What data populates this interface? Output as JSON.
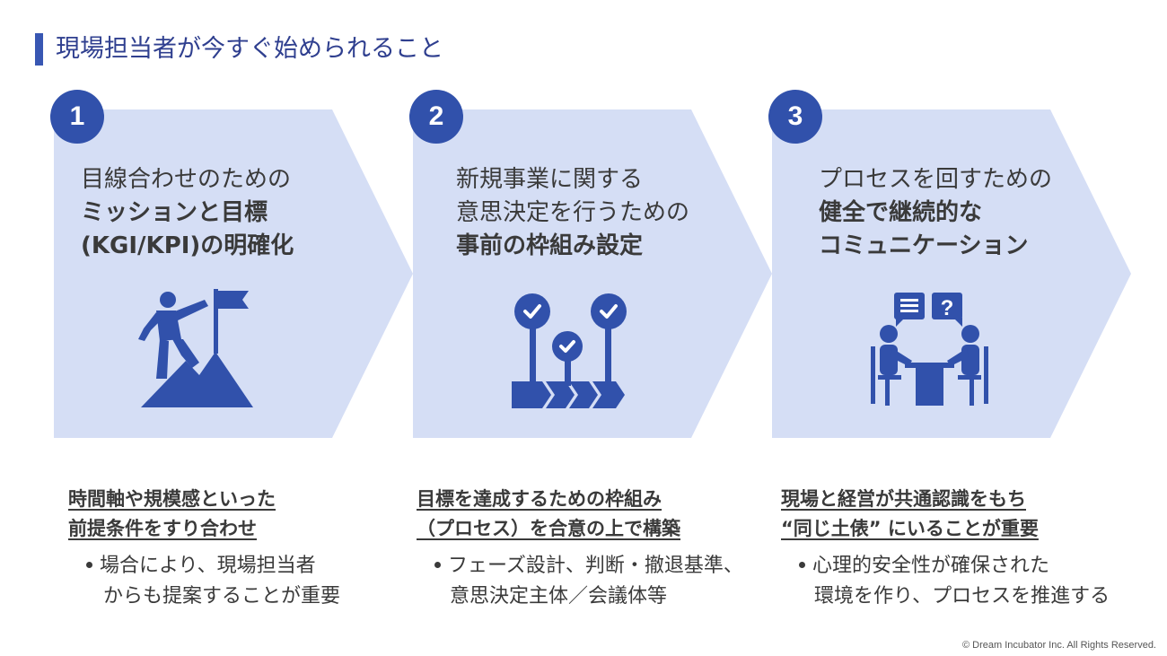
{
  "page": {
    "title": "現場担当者が今すぐ始められること",
    "copyright": "© Dream Incubator Inc. All Rights Reserved."
  },
  "colors": {
    "accent": "#3151ab",
    "card_fill": "#d5def5",
    "title_text": "#2f3f8f"
  },
  "cards": [
    {
      "number": "1",
      "heading_line1": "目線合わせのための",
      "heading_line2": "ミッションと目標",
      "heading_line3": "(KGI/KPI)の明確化",
      "icon": "mountain-climber-flag-icon",
      "sub_line1": "時間軸や規模感といった",
      "sub_line2": "前提条件をすり合わせ",
      "bullet_line1": "場合により、現場担当者",
      "bullet_line2": "からも提案することが重要"
    },
    {
      "number": "2",
      "heading_line1": "新規事業に関する",
      "heading_line2": "意思決定を行うための",
      "heading_line3": "事前の枠組み設定",
      "icon": "milestone-checkpoints-icon",
      "sub_line1": "目標を達成するための枠組み",
      "sub_line2": "（プロセス）を合意の上で構築",
      "bullet_line1": "フェーズ設計、判断・撤退基準、",
      "bullet_line2": "意思決定主体／会議体等"
    },
    {
      "number": "3",
      "heading_line1": "プロセスを回すための",
      "heading_line2": "健全で継続的な",
      "heading_line3": "コミュニケーション",
      "icon": "meeting-discussion-icon",
      "sub_line1": "現場と経営が共通認識をもち",
      "sub_line2": "“同じ土俵” にいることが重要",
      "bullet_line1": "心理的安全性が確保された",
      "bullet_line2": "環境を作り、プロセスを推進する"
    }
  ]
}
